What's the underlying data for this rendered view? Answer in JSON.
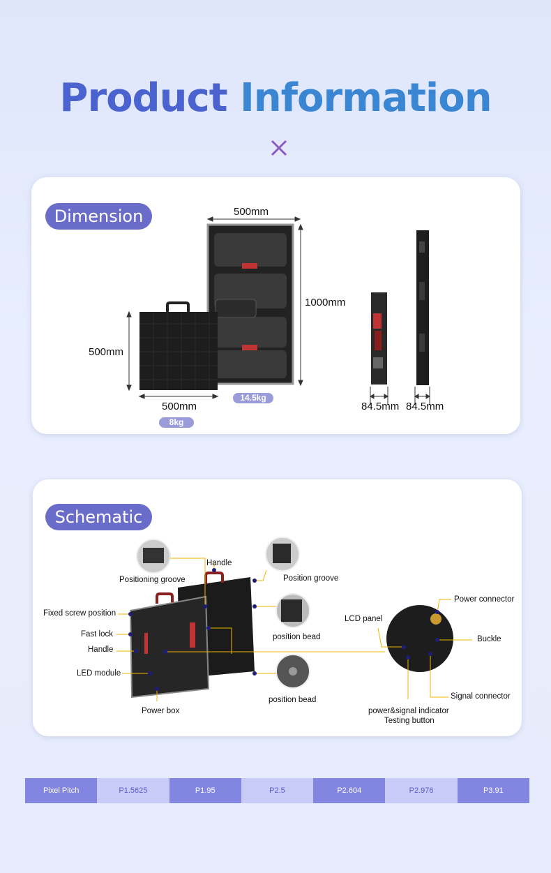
{
  "header": {
    "title_part1": "Product",
    "title_part2": "Information"
  },
  "dimension": {
    "pill": "Dimension",
    "width_top": "500mm",
    "height_right": "1000mm",
    "module_height": "500mm",
    "module_width": "500mm",
    "weight_small": "8kg",
    "weight_large": "14.5kg",
    "depth_1": "84.5mm",
    "depth_2": "84.5mm"
  },
  "schematic": {
    "pill": "Schematic",
    "labels": {
      "handle_top": "Handle",
      "positioning_groove": "Positioning groove",
      "position_groove": "Position groove",
      "fixed_screw": "Fixed screw position",
      "fast_lock": "Fast lock",
      "handle": "Handle",
      "led_module": "LED module",
      "power_box": "Power box",
      "position_bead_1": "position bead",
      "position_bead_2": "position bead",
      "lcd_panel": "LCD panel",
      "power_connector": "Power connector",
      "buckle": "Buckle",
      "signal_connector": "Signal connector",
      "indicator": "power&signal indicator",
      "testing_button": "Testing button"
    }
  },
  "pixel_table": {
    "header": "Pixel Pitch",
    "values": [
      "P1.5625",
      "P1.95",
      "P2.5",
      "P2.604",
      "P2.976",
      "P3.91"
    ]
  },
  "colors": {
    "accent": "#6a6cc9",
    "title_blue": "#4b63cf",
    "leader_line": "#f2b400"
  }
}
